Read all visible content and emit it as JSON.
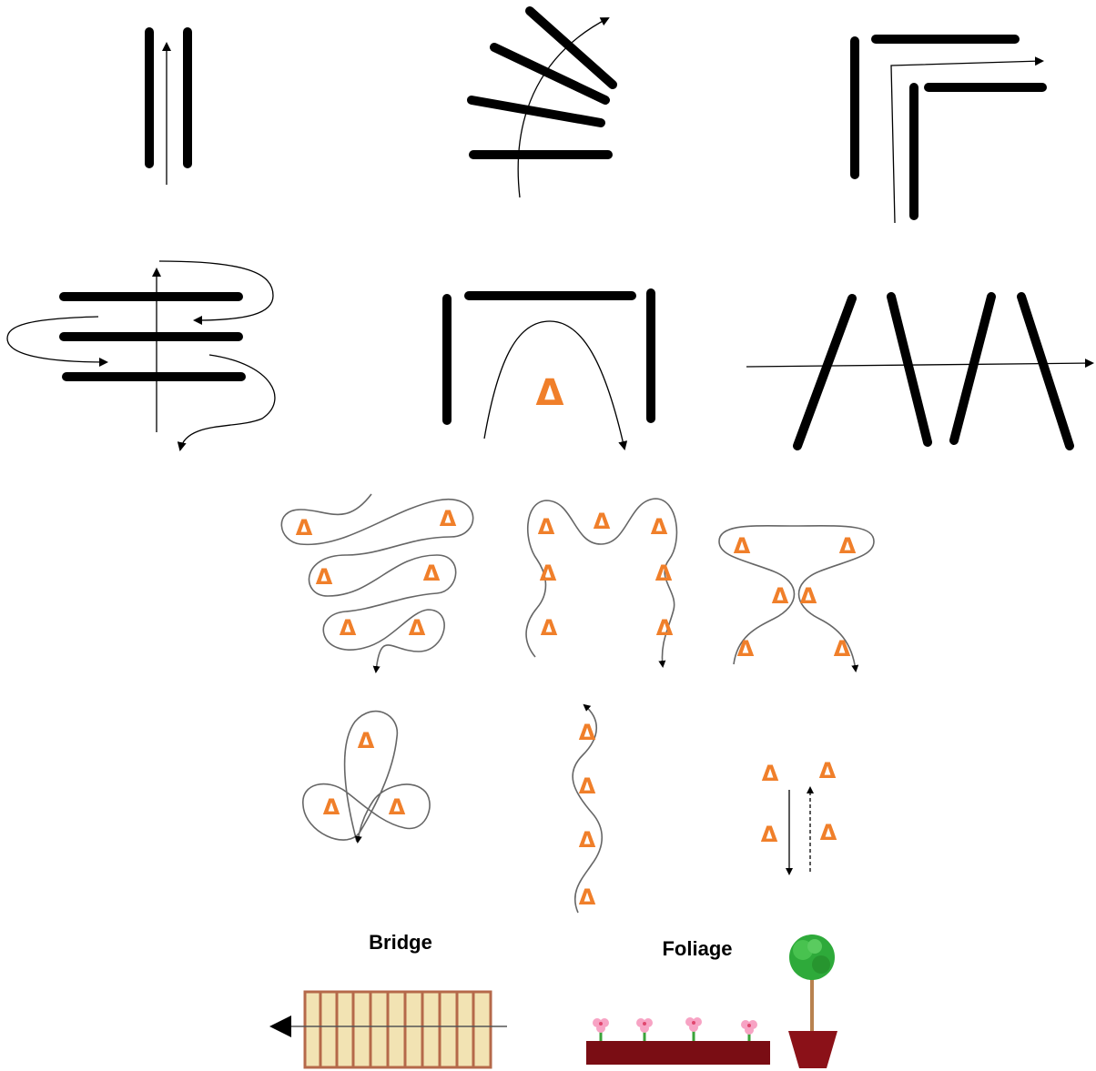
{
  "labels": {
    "bridge": "Bridge",
    "foliage": "Foliage"
  },
  "cone_glyph": "Δ",
  "colors": {
    "cone": "#f07f2a",
    "pole": "#000000",
    "path": "#555555",
    "bridge_fill": "#f2e3b3",
    "bridge_frame": "#b5694a",
    "planter": "#7a0d14",
    "pot": "#8b1118",
    "tree": "#2eaa3a",
    "trunk": "#b8824f",
    "flower": "#f7a3c4"
  },
  "diagrams": [
    "straight",
    "curve",
    "right-angle-turn",
    "weave",
    "u-turn",
    "zigzag",
    "cone-figure-eight",
    "cone-m",
    "cone-hourglass",
    "cone-cloverleaf",
    "cone-serpentine",
    "cone-out-and-back",
    "bridge",
    "foliage"
  ]
}
